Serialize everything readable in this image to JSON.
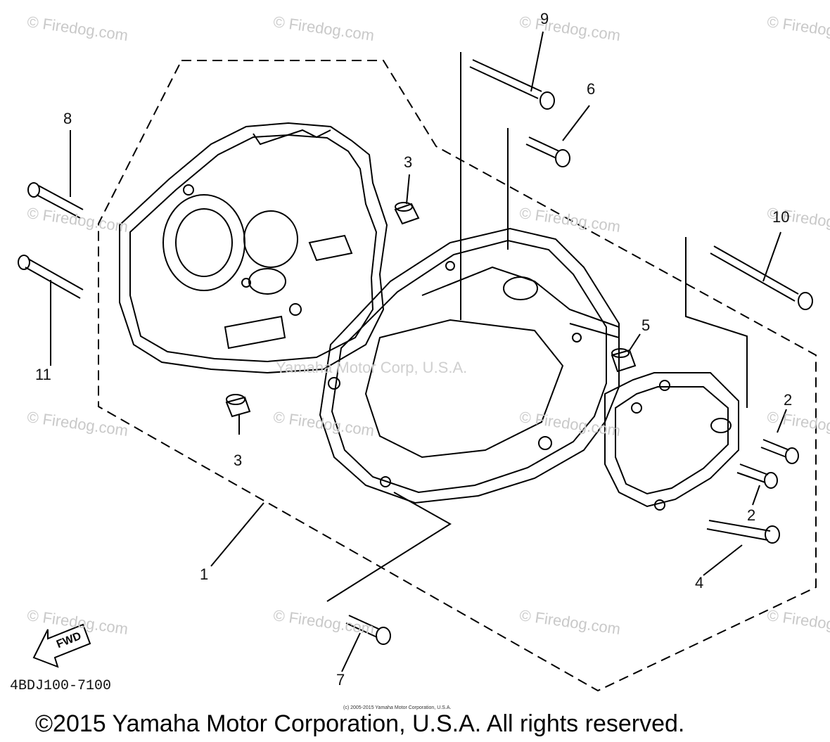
{
  "callouts": {
    "c1": "1",
    "c2a": "2",
    "c2b": "2",
    "c3a": "3",
    "c3b": "3",
    "c4": "4",
    "c5": "5",
    "c6": "6",
    "c7": "7",
    "c8": "8",
    "c9": "9",
    "c10": "10",
    "c11": "11"
  },
  "fwd_label": "FWD",
  "diagram_code": "4BDJ100-7100",
  "watermark": "© Firedog.com",
  "center_watermark": "Yamaha Motor Corp, U.S.A.",
  "fine_print": "(c) 2005-2015 Yamaha Motor Corporation, U.S.A.",
  "copyright": "©2015 Yamaha Motor Corporation, U.S.A. All rights reserved."
}
